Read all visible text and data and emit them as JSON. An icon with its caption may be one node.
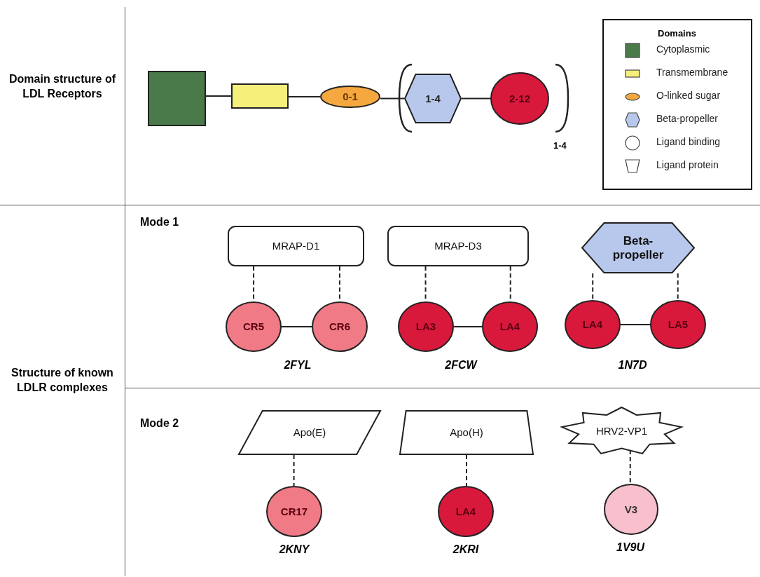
{
  "diagram": {
    "nodes": [
      {
        "text": [],
        "shape": "box"
      },
      {
        "text": [],
        "shape": "box"
      },
      {
        "text": [
          "0-1"
        ]
      },
      {
        "text": [
          "1-4"
        ]
      },
      {
        "text": [
          "2-12"
        ]
      },
      {
        "text": [
          "MRAP-D1"
        ]
      },
      {
        "text": [
          "CR5"
        ]
      },
      {
        "text": [
          "CR6"
        ]
      },
      {
        "text": [
          "MRAP-D3"
        ]
      },
      {
        "text": [
          "LA3"
        ]
      },
      {
        "text": [
          "LA4"
        ]
      },
      {
        "text": [
          "Beta-propeller"
        ]
      },
      {
        "text": [
          "LA4"
        ]
      },
      {
        "text": [
          "LA5"
        ]
      },
      {
        "text": [
          "Apo(E)"
        ]
      },
      {
        "text": [
          "CR17"
        ]
      },
      {
        "text": [
          "Apo(H)"
        ]
      },
      {
        "text": [
          "LA4"
        ]
      },
      {
        "text": [
          "HRV2-VP1"
        ]
      },
      {
        "text": [
          "V3"
        ]
      }
    ],
    "edges": [
      {
        "from": 0,
        "to": 1,
        "arrow": "none"
      },
      {
        "from": 1,
        "to": 2,
        "arrow": "none"
      },
      {
        "from": 2,
        "to": 3,
        "arrow": "none"
      },
      {
        "from": 3,
        "to": 4,
        "arrow": "none"
      },
      {
        "from": 5,
        "to": 6,
        "arrow": "none",
        "style": "dashed"
      },
      {
        "from": 5,
        "to": 7,
        "arrow": "none",
        "style": "dashed"
      },
      {
        "from": 6,
        "to": 7,
        "arrow": "none"
      },
      {
        "from": 8,
        "to": 9,
        "arrow": "none",
        "style": "dashed"
      },
      {
        "from": 8,
        "to": 10,
        "arrow": "none",
        "style": "dashed"
      },
      {
        "from": 9,
        "to": 10,
        "arrow": "none"
      },
      {
        "from": 11,
        "to": 12,
        "arrow": "none",
        "style": "dashed"
      },
      {
        "from": 11,
        "to": 13,
        "arrow": "none",
        "style": "dashed"
      },
      {
        "from": 12,
        "to": 13,
        "arrow": "none"
      },
      {
        "from": 14,
        "to": 15,
        "arrow": "none",
        "style": "dashed"
      },
      {
        "from": 16,
        "to": 17,
        "arrow": "none",
        "style": "dashed"
      },
      {
        "from": 18,
        "to": 19,
        "arrow": "none",
        "style": "dashed"
      }
    ],
    "labels": [
      "Domain structure of LDL Receptors",
      "1-4",
      "Domains",
      "Mode 1",
      "2FYL",
      "2FCW",
      "1N7D",
      "Structure of known LDLR complexes",
      "Mode 2",
      "2KNY",
      "2KRI",
      "1V9U"
    ],
    "legend": [
      {
        "text": "Cytoplasmic",
        "color": "#4a7a4a"
      },
      {
        "text": "Transmembrane",
        "color": "#f5f07a"
      },
      {
        "text": "O-linked sugar",
        "color": "#f5a840"
      },
      {
        "text": "Beta-propeller",
        "color": "#b8c8ec"
      },
      {
        "text": "Ligand binding"
      },
      {
        "text": "Ligand protein"
      }
    ]
  }
}
